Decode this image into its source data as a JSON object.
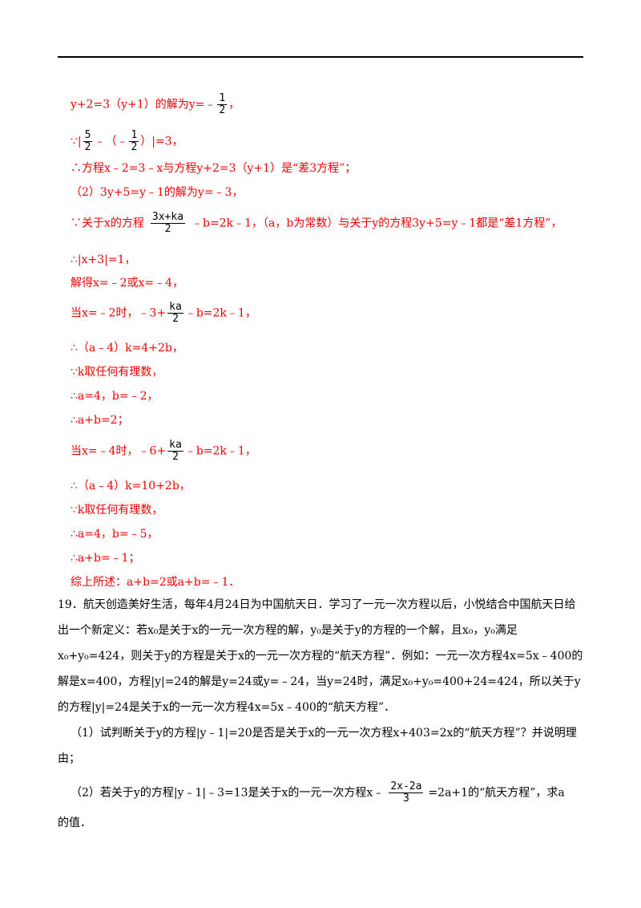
{
  "lines": [
    "y+2=3（y+1）的解为y=﹣",
    "∵|",
    "﹣（﹣",
    "）|=3，",
    "∴方程x﹣2=3﹣x与方程y+2=3（y+1）是“差3方程”；",
    "（2）3y+5=y﹣1的解为y=﹣3，",
    "∵关于x的方程",
    "﹣b=2k﹣1，（a，b为常数）与关于y的方程3y+5=y﹣1都是“差1方程”，",
    "∴|x+3|=1，",
    "解得x=﹣2或x=﹣4，",
    "当x=﹣2时，﹣3+",
    "﹣b=2k﹣1，",
    "∴（a﹣4）k=4+2b，",
    "∵k取任何有理数，",
    "∴a=4，b=﹣2，",
    "∴a+b=2；",
    "当x=﹣4时，﹣6+",
    "﹣b=2k﹣1，",
    "∴（a﹣4）k=10+2b，",
    "∵k取任何有理数，",
    "∴a=4，b=﹣5，",
    "∴a+b=﹣1；",
    "综上所述：a+b=2或a+b=﹣1．"
  ],
  "fractions": {
    "half_num": "1",
    "half_den": "2",
    "five_half_num": "5",
    "five_half_den": "2",
    "neg_half_num": "1",
    "neg_half_den": "2",
    "kx_num": "3x+ka",
    "kx_den": "2",
    "ka1_num": "ka",
    "ka1_den": "2",
    "ka2_num": "ka",
    "ka2_den": "2",
    "q2_num": "2x-2a",
    "q2_den": "3"
  },
  "comma": "，",
  "problem19": {
    "p1": "19．航天创造美好生活，每年4月24日为中国航天日．学习了一元一次方程以后，小悦结合中国航天日给出一个新定义：若x₀是关于x的一元一次方程的解，y₀是关于y的方程的一个解，且x₀，y₀满足x₀+y₀=424，则关于y的方程是关于x的一元一次方程的“航天方程”．例如：一元一次方程4x=5x﹣400的解是x=400，方程|y|=24的解是y=24或y=﹣24，当y=24时，满足x₀+y₀=400+24=424，所以关于y的方程|y|=24是关于x的一元一次方程4x=5x﹣400的“航天方程”．",
    "q1": "（1）试判断关于y的方程|y﹣1|=20是否是关于x的一元一次方程x+403=2x的“航天方程”？并说明理由；",
    "q2_a": "（2）若关于y的方程|y﹣1|﹣3=13是关于x的一元一次方程x﹣",
    "q2_b": "=2a+1的“航天方程”，求a",
    "q2_c": "的值．"
  }
}
